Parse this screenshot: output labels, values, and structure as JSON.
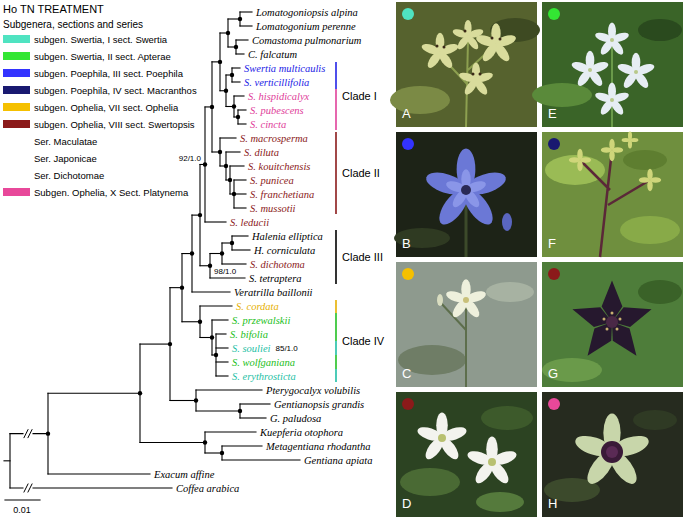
{
  "diagram": {
    "title": "Ho TN TREATMENT",
    "labels": [
      "Subgenera, sections and series",
      "Ser. Maculatae",
      "Ser. Japonicae",
      "Ser. Dichotomae",
      "Lomatogoniopsis alpina",
      "Lomatogonium perenne",
      "Comastoma pulmonarium",
      "C. falcatum",
      "Swertia multicaulis",
      "S. verticillifolia",
      "S. hispidicalyx",
      "S. pubescens",
      "S. cincta",
      "S. macrosperma",
      "S. diluta",
      "S. kouitchensis",
      "S. punicea",
      "S. franchetiana",
      "S. mussotii",
      "S. leducii",
      "Halenia elliptica",
      "H. corniculata",
      "S. dichotoma",
      "S. tetraptera",
      "Veratrilla baillonii",
      "S. cordata",
      "S. przewalskii",
      "S. bifolia",
      "S. souliei",
      "S. wolfganiana",
      "S. erythrosticta",
      "Pterygocalyx volubilis",
      "Gentianopsis grandis",
      "G. paludosa",
      "Kuepferia otophora",
      "Metagentiana rhodantha",
      "Gentiana apiata",
      "Exacum affine",
      "Coffea arabica",
      "Clade I",
      "Clade II",
      "Clade III",
      "Clade IV",
      "92/1.0",
      "98/1.0",
      "85/1.0",
      "0.01",
      "A",
      "E",
      "B",
      "F",
      "C",
      "G",
      "D",
      "H"
    ],
    "legend": [
      {
        "text": "subgen. Swertia, I sect. Swertia",
        "color": "#4fe3c1"
      },
      {
        "text": "subgen. Swertia, II sect. Apterae",
        "color": "#33e633"
      },
      {
        "text": "subgen. Poephila, III sect. Poephila",
        "color": "#3333ff"
      },
      {
        "text": "subgen. Poephila, IV sect. Macranthos",
        "color": "#191970"
      },
      {
        "text": "subgen. Ophelia, VII sect. Ophelia",
        "color": "#f5c000"
      },
      {
        "text": "subgen. Ophelia, VIII sect. Swertopsis",
        "color": "#8b1a1a"
      },
      {
        "text": "Subgen. Ophelia, X Sect. Platynema",
        "color": "#e8489a"
      }
    ]
  }
}
